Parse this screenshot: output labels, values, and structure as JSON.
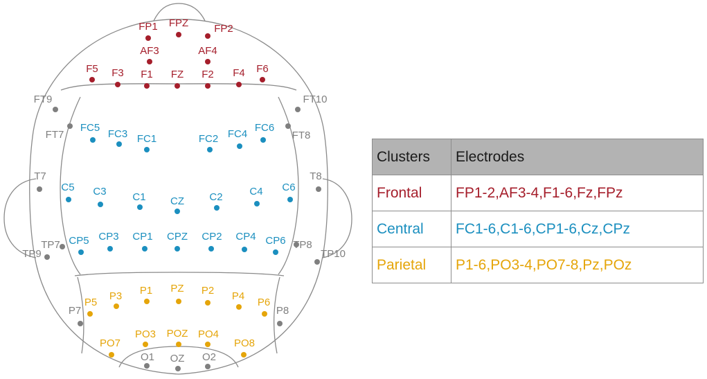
{
  "colors": {
    "frontal": "#a51e2b",
    "central": "#1b8fbf",
    "parietal": "#e5a50a",
    "other": "#7f7f7f",
    "outline": "#8a8a8a"
  },
  "electrodes": [
    {
      "label": "FP1",
      "group": "frontal"
    },
    {
      "label": "FPZ",
      "group": "frontal"
    },
    {
      "label": "FP2",
      "group": "frontal"
    },
    {
      "label": "AF3",
      "group": "frontal"
    },
    {
      "label": "AF4",
      "group": "frontal"
    },
    {
      "label": "F5",
      "group": "frontal"
    },
    {
      "label": "F3",
      "group": "frontal"
    },
    {
      "label": "F1",
      "group": "frontal"
    },
    {
      "label": "FZ",
      "group": "frontal"
    },
    {
      "label": "F2",
      "group": "frontal"
    },
    {
      "label": "F4",
      "group": "frontal"
    },
    {
      "label": "F6",
      "group": "frontal"
    },
    {
      "label": "FT9",
      "group": "other"
    },
    {
      "label": "FT10",
      "group": "other"
    },
    {
      "label": "FT7",
      "group": "other"
    },
    {
      "label": "FT8",
      "group": "other"
    },
    {
      "label": "FC5",
      "group": "central"
    },
    {
      "label": "FC3",
      "group": "central"
    },
    {
      "label": "FC1",
      "group": "central"
    },
    {
      "label": "FC2",
      "group": "central"
    },
    {
      "label": "FC4",
      "group": "central"
    },
    {
      "label": "FC6",
      "group": "central"
    },
    {
      "label": "T7",
      "group": "other"
    },
    {
      "label": "T8",
      "group": "other"
    },
    {
      "label": "C5",
      "group": "central"
    },
    {
      "label": "C3",
      "group": "central"
    },
    {
      "label": "C1",
      "group": "central"
    },
    {
      "label": "CZ",
      "group": "central"
    },
    {
      "label": "C2",
      "group": "central"
    },
    {
      "label": "C4",
      "group": "central"
    },
    {
      "label": "C6",
      "group": "central"
    },
    {
      "label": "TP7",
      "group": "other"
    },
    {
      "label": "TP8",
      "group": "other"
    },
    {
      "label": "TP9",
      "group": "other"
    },
    {
      "label": "TP10",
      "group": "other"
    },
    {
      "label": "CP5",
      "group": "central"
    },
    {
      "label": "CP3",
      "group": "central"
    },
    {
      "label": "CP1",
      "group": "central"
    },
    {
      "label": "CPZ",
      "group": "central"
    },
    {
      "label": "CP2",
      "group": "central"
    },
    {
      "label": "CP4",
      "group": "central"
    },
    {
      "label": "CP6",
      "group": "central"
    },
    {
      "label": "P7",
      "group": "other"
    },
    {
      "label": "P8",
      "group": "other"
    },
    {
      "label": "P5",
      "group": "parietal"
    },
    {
      "label": "P3",
      "group": "parietal"
    },
    {
      "label": "P1",
      "group": "parietal"
    },
    {
      "label": "PZ",
      "group": "parietal"
    },
    {
      "label": "P2",
      "group": "parietal"
    },
    {
      "label": "P4",
      "group": "parietal"
    },
    {
      "label": "P6",
      "group": "parietal"
    },
    {
      "label": "PO7",
      "group": "parietal"
    },
    {
      "label": "PO3",
      "group": "parietal"
    },
    {
      "label": "POZ",
      "group": "parietal"
    },
    {
      "label": "PO4",
      "group": "parietal"
    },
    {
      "label": "PO8",
      "group": "parietal"
    },
    {
      "label": "O1",
      "group": "other"
    },
    {
      "label": "OZ",
      "group": "other"
    },
    {
      "label": "O2",
      "group": "other"
    }
  ],
  "table": {
    "headers": [
      "Clusters",
      "Electrodes"
    ],
    "rows": [
      {
        "cluster": "Frontal",
        "electrodes": "FP1-2,AF3-4,F1-6,Fz,FPz",
        "color": "#a51e2b"
      },
      {
        "cluster": "Central",
        "electrodes": "FC1-6,C1-6,CP1-6,Cz,CPz",
        "color": "#1b8fbf"
      },
      {
        "cluster": "Parietal",
        "electrodes": "P1-6,PO3-4,PO7-8,Pz,POz",
        "color": "#e5a50a"
      }
    ]
  }
}
